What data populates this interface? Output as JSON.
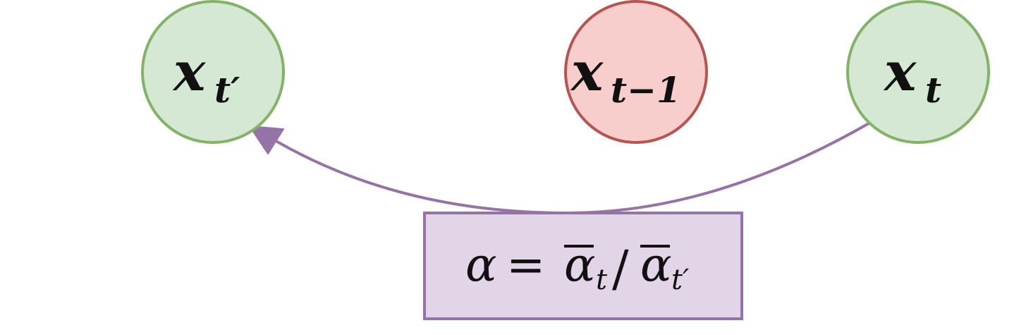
{
  "nodes": [
    {
      "id": "x_t_prime",
      "base": "x",
      "sub": "t′",
      "fill": "#d5e8d4",
      "stroke": "#82b366"
    },
    {
      "id": "x_t_minus_1",
      "base": "x",
      "sub": "t−1",
      "fill": "#f8cecc",
      "stroke": "#b85450"
    },
    {
      "id": "x_t",
      "base": "x",
      "sub": "t",
      "fill": "#d5e8d4",
      "stroke": "#82b366"
    }
  ],
  "edge": {
    "from": "x_t",
    "to": "x_t_prime",
    "color": "#9673a6",
    "arrowhead": "filled-triangle"
  },
  "label_box": {
    "fill": "#e1d5e7",
    "stroke": "#9673a6",
    "alpha": "α",
    "equals": "=",
    "alpha_bar": "α",
    "sub_t": "t",
    "slash": "/",
    "sub_t_prime": "t′"
  }
}
